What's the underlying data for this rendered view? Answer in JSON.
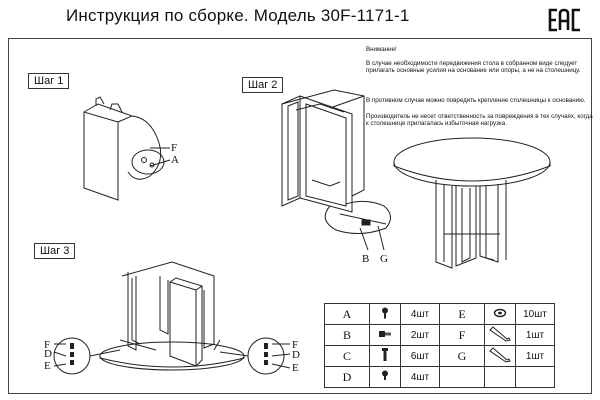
{
  "header": {
    "title": "Инструкция по сборке. Модель 30F-1171-1",
    "cert_mark": "EAC"
  },
  "steps": [
    {
      "label": "Шаг 1"
    },
    {
      "label": "Шаг 2"
    },
    {
      "label": "Шаг 3"
    }
  ],
  "notice": {
    "heading": "Внимание!",
    "paragraphs": [
      "В случае необходимости передвижения стола в собранном виде следует прилагать основные усилия на основание или опоры, а не на столешницу.",
      "В противном случае можно повредить крепление столешницы к основанию.",
      "Производитель не несет ответственность за повреждения в тех случаях, когда к столешнице прилагалась избыточная нагрузка."
    ]
  },
  "callouts": {
    "step1": [
      "F",
      "A"
    ],
    "step2": [
      "B",
      "G"
    ],
    "step3_left": [
      "F",
      "D",
      "E"
    ],
    "step3_right": [
      "F",
      "D",
      "E"
    ]
  },
  "parts": [
    {
      "letter": "A",
      "icon": "bolt-screw-icon",
      "qty": "4шт",
      "letter2": "E",
      "icon2": "washer-icon",
      "qty2": "10шт"
    },
    {
      "letter": "B",
      "icon": "connector-bolt-icon",
      "qty": "2шт",
      "letter2": "F",
      "icon2": "hex-key-large-icon",
      "qty2": "1шт"
    },
    {
      "letter": "C",
      "icon": "long-screw-icon",
      "qty": "6шт",
      "letter2": "G",
      "icon2": "hex-key-small-icon",
      "qty2": "1шт"
    },
    {
      "letter": "D",
      "icon": "short-screw-icon",
      "qty": "4шт",
      "letter2": "",
      "icon2": "",
      "qty2": ""
    }
  ]
}
